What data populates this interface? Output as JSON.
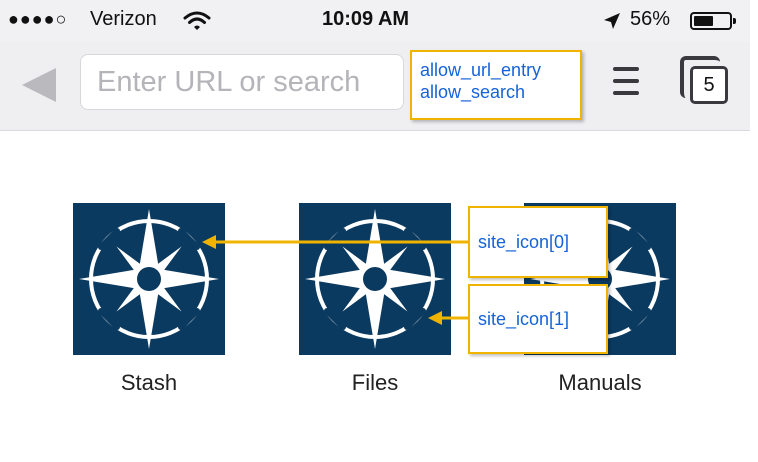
{
  "status_bar": {
    "carrier": "Verizon",
    "signal_dots": "●●●●○",
    "time": "10:09 AM",
    "battery_percent": "56%",
    "battery_level": 0.56
  },
  "toolbar": {
    "url_placeholder": "Enter URL or search",
    "tab_count": "5"
  },
  "annotations": {
    "url_bar_line1": "allow_url_entry",
    "url_bar_line2": "allow_search",
    "site_icon_0": "site_icon[0]",
    "site_icon_1": "site_icon[1]"
  },
  "sites": [
    {
      "label": "Stash"
    },
    {
      "label": "Files"
    },
    {
      "label": "Manuals"
    }
  ],
  "colors": {
    "tile_background": "#0b3a60",
    "annotation_border": "#f0b400",
    "annotation_text": "#1463d8"
  }
}
